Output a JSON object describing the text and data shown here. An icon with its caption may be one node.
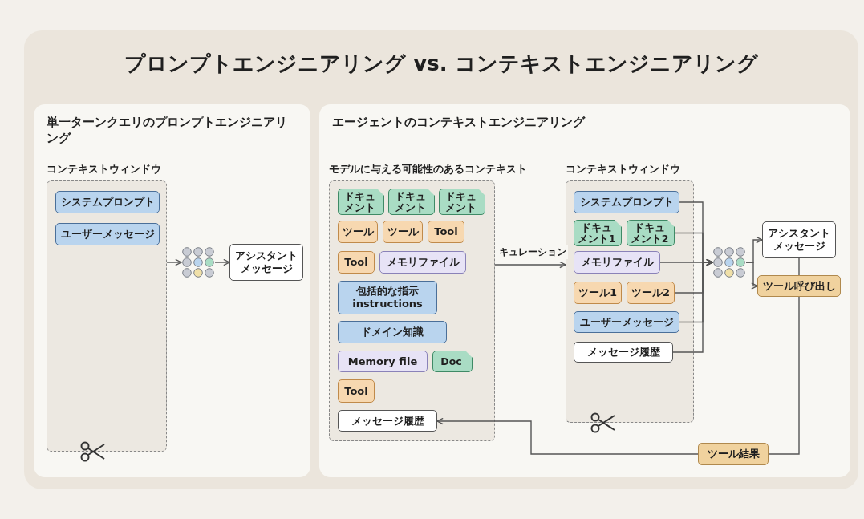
{
  "diagram": {
    "title": "プロンプトエンジニアリング vs. コンテキストエンジニアリング",
    "nodes": [
      {
        "text": [
          "単一ターンクエリのプロンプトエンジニアリング"
        ]
      },
      {
        "text": [
          "コンテキストウィンドウ"
        ],
        "in": 0
      },
      {
        "text": [
          "システムプロンプト"
        ],
        "in": 1
      },
      {
        "text": [
          "ユーザーメッセージ"
        ],
        "in": 1
      },
      {
        "text": [],
        "shape": "picture",
        "in": 0
      },
      {
        "text": [
          "アシスタントメッセージ"
        ],
        "in": 0
      },
      {
        "text": [
          "エージェントのコンテキストエンジニアリング"
        ]
      },
      {
        "text": [
          "モデルに与える可能性のあるコンテキスト"
        ],
        "in": 6
      },
      {
        "text": [
          "ドキュメント"
        ],
        "in": 7
      },
      {
        "text": [
          "ドキュメント"
        ],
        "in": 7
      },
      {
        "text": [
          "ドキュメント"
        ],
        "in": 7
      },
      {
        "text": [
          "ツール"
        ],
        "in": 7
      },
      {
        "text": [
          "ツール"
        ],
        "in": 7
      },
      {
        "text": [
          "Tool"
        ],
        "in": 7
      },
      {
        "text": [
          "Tool"
        ],
        "in": 7
      },
      {
        "text": [
          "メモリファイル"
        ],
        "in": 7
      },
      {
        "text": [
          "包括的な指示 instructions"
        ],
        "in": 7
      },
      {
        "text": [
          "ドメイン知識"
        ],
        "in": 7
      },
      {
        "text": [
          "Memory file"
        ],
        "in": 7
      },
      {
        "text": [
          "Doc"
        ],
        "in": 7
      },
      {
        "text": [
          "Tool"
        ],
        "in": 7
      },
      {
        "text": [
          "メッセージ履歴"
        ],
        "in": 7
      },
      {
        "text": [
          "コンテキストウィンドウ"
        ],
        "in": 6
      },
      {
        "text": [
          "システムプロンプト"
        ],
        "in": 22
      },
      {
        "text": [
          "ドキュメント1"
        ],
        "in": 22
      },
      {
        "text": [
          "ドキュメント2"
        ],
        "in": 22
      },
      {
        "text": [
          "メモリファイル"
        ],
        "in": 22
      },
      {
        "text": [
          "ツール1"
        ],
        "in": 22
      },
      {
        "text": [
          "ツール2"
        ],
        "in": 22
      },
      {
        "text": [
          "ユーザーメッセージ"
        ],
        "in": 22
      },
      {
        "text": [
          "メッセージ履歴"
        ],
        "in": 22
      },
      {
        "text": [],
        "shape": "picture",
        "in": 6
      },
      {
        "text": [
          "アシスタントメッセージ"
        ],
        "in": 6
      },
      {
        "text": [
          "ツール呼び出し"
        ],
        "in": 6
      },
      {
        "text": [
          "ツール結果"
        ],
        "in": 6
      }
    ],
    "edges": [
      {
        "from": 1,
        "to": 4,
        "arrow": "to"
      },
      {
        "from": 4,
        "to": 5,
        "arrow": "to"
      },
      {
        "from": 7,
        "to": 22,
        "arrow": "to",
        "label": "キュレーション"
      },
      {
        "from": 23,
        "to": 31,
        "arrow": "to"
      },
      {
        "from": 25,
        "to": 31,
        "arrow": "to"
      },
      {
        "from": 26,
        "to": 31,
        "arrow": "to"
      },
      {
        "from": 28,
        "to": 31,
        "arrow": "to"
      },
      {
        "from": 29,
        "to": 31,
        "arrow": "to"
      },
      {
        "from": 30,
        "to": 31,
        "arrow": "to"
      },
      {
        "from": 31,
        "to": 32,
        "arrow": "to"
      },
      {
        "from": 31,
        "to": 33,
        "arrow": "to"
      },
      {
        "from": 32,
        "to": 33,
        "arrow": "none"
      },
      {
        "from": 33,
        "to": 34,
        "arrow": "none"
      },
      {
        "from": 34,
        "to": 21,
        "arrow": "to"
      }
    ]
  }
}
